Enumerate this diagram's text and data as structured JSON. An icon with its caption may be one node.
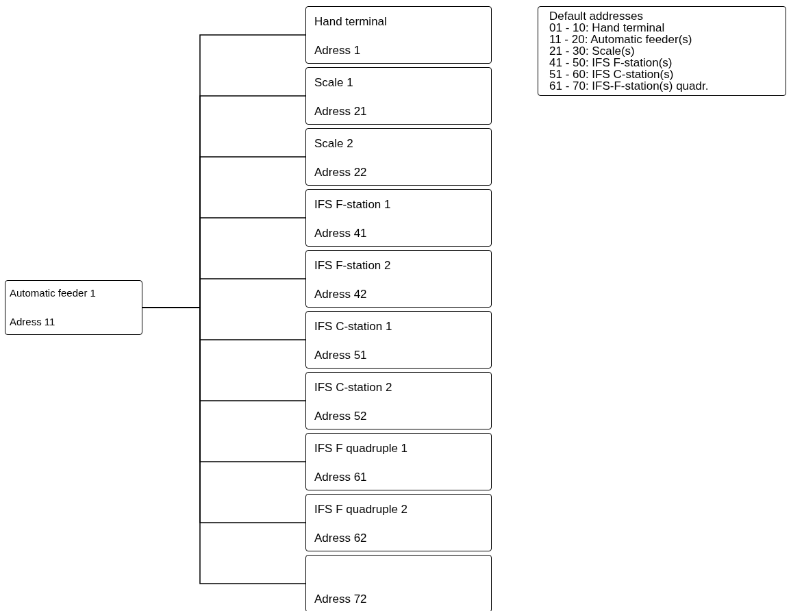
{
  "diagram": {
    "nodes": [
      {
        "text": [
          "Automatic feeder 1",
          "Adress 11"
        ]
      },
      {
        "text": [
          "Hand terminal",
          "Adress 1"
        ]
      },
      {
        "text": [
          "Scale 1",
          "Adress 21"
        ]
      },
      {
        "text": [
          "Scale 2",
          "Adress 22"
        ]
      },
      {
        "text": [
          "IFS F-station 1",
          "Adress 41"
        ]
      },
      {
        "text": [
          "IFS F-station 2",
          "Adress 42"
        ]
      },
      {
        "text": [
          "IFS C-station 1",
          "Adress 51"
        ]
      },
      {
        "text": [
          "IFS C-station 2",
          "Adress 52"
        ]
      },
      {
        "text": [
          "IFS F quadruple 1",
          "Adress 61"
        ]
      },
      {
        "text": [
          "IFS F quadruple 2",
          "Adress 62"
        ]
      },
      {
        "text": [
          "Adress 72"
        ]
      },
      {
        "text": [
          "Default addresses",
          "01 - 10: Hand terminal",
          "11 - 20: Automatic feeder(s)",
          "21 - 30: Scale(s)",
          "41 - 50: IFS F-station(s)",
          "51 - 60: IFS C-station(s)",
          "61 - 70: IFS-F-station(s) quadr."
        ]
      }
    ],
    "edges": [
      {
        "from": 0,
        "to": 1,
        "arrow": "none"
      },
      {
        "from": 0,
        "to": 2,
        "arrow": "none"
      },
      {
        "from": 0,
        "to": 3,
        "arrow": "none"
      },
      {
        "from": 0,
        "to": 4,
        "arrow": "none"
      },
      {
        "from": 0,
        "to": 5,
        "arrow": "none"
      },
      {
        "from": 0,
        "to": 6,
        "arrow": "none"
      },
      {
        "from": 0,
        "to": 7,
        "arrow": "none"
      },
      {
        "from": 0,
        "to": 8,
        "arrow": "none"
      },
      {
        "from": 0,
        "to": 9,
        "arrow": "none"
      },
      {
        "from": 0,
        "to": 10,
        "arrow": "none"
      }
    ]
  }
}
